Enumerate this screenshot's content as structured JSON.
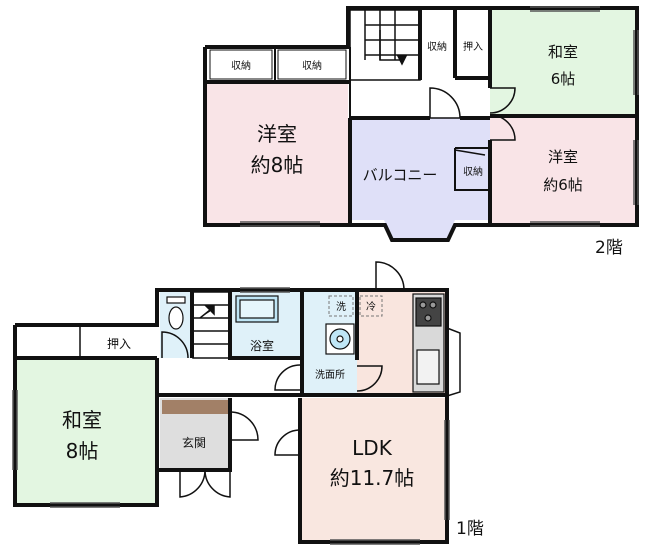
{
  "floors": {
    "second": {
      "label": "2階",
      "rooms": {
        "western_8": [
          "洋室",
          "約8帖"
        ],
        "balcony": "バルコニー",
        "japanese_6": [
          "和室",
          "6帖"
        ],
        "western_6": [
          "洋室",
          "約6帖"
        ],
        "storage_a": "収納",
        "storage_b": "収納",
        "storage_c": "収納",
        "storage_d": "収納",
        "oshiire": "押入"
      }
    },
    "first": {
      "label": "1階",
      "rooms": {
        "japanese_8": [
          "和室",
          "8帖"
        ],
        "oshiire": "押入",
        "bathroom": "浴室",
        "entrance": "玄関",
        "washroom": "洗面所",
        "ldk": [
          "LDK",
          "約11.7帖"
        ],
        "washer": "洗",
        "fridge": "冷"
      }
    }
  },
  "colors": {
    "western": "#f9e4e7",
    "japanese": "#e3f6e1",
    "balcony": "#dfe0f8",
    "ldk": "#f9e7e0",
    "kitchen": "#f9e5de",
    "water": "#dff1f9",
    "entrance": "#dedede",
    "wall": "#111111"
  }
}
